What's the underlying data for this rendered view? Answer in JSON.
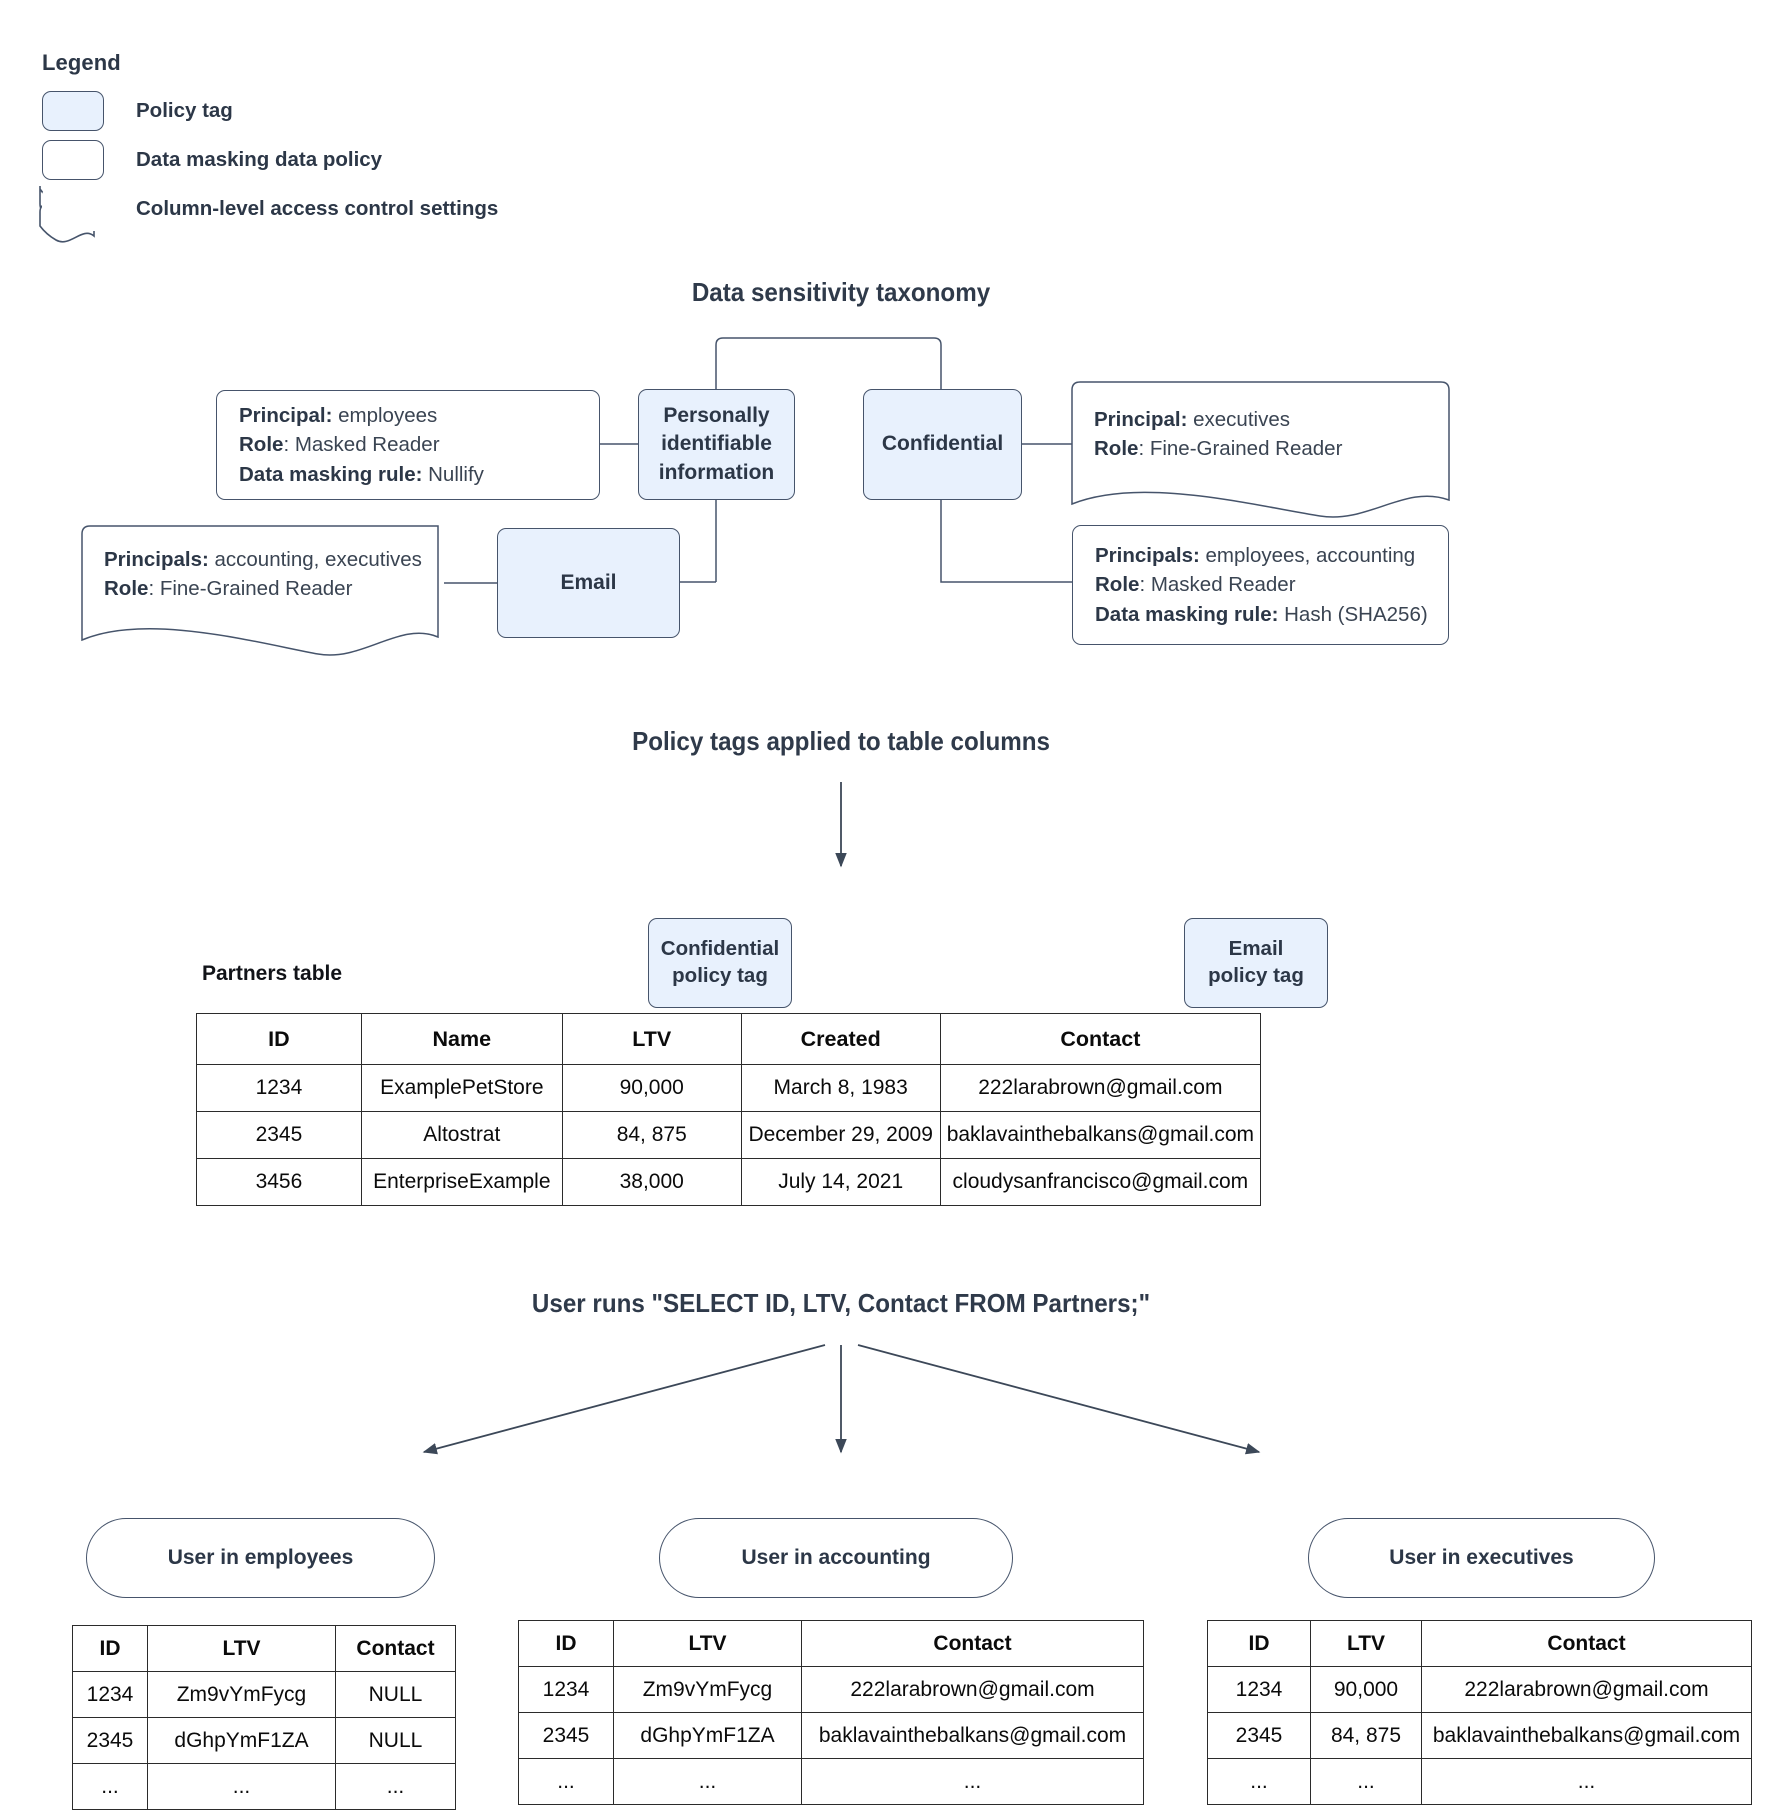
{
  "legend": {
    "title": "Legend",
    "items": [
      {
        "label": "Policy tag",
        "swatch": "filled-rounded-rect"
      },
      {
        "label": "Data masking data policy",
        "swatch": "outline-rounded-rect"
      },
      {
        "label": "Column-level access control settings",
        "swatch": "wavy-bottom-rect"
      }
    ]
  },
  "colors": {
    "policy_tag_fill": "#e8f1fd",
    "stroke": "#46546b",
    "heading_text": "#2f3a4a",
    "table_stroke": "#2b2b2b"
  },
  "taxonomy": {
    "heading": "Data sensitivity taxonomy",
    "tags": [
      {
        "id": "pii",
        "label": "Personally identifiable information"
      },
      {
        "id": "confidential",
        "label": "Confidential"
      },
      {
        "id": "email",
        "label": "Email"
      }
    ],
    "policies": [
      {
        "id": "pii-masking",
        "type": "data-masking",
        "lines": [
          {
            "key": "Principal:",
            "value": " employees"
          },
          {
            "key": "Role",
            "value": ": Masked Reader"
          },
          {
            "key": "Data masking rule:",
            "value": " Nullify"
          }
        ]
      },
      {
        "id": "email-access",
        "type": "column-level-access",
        "lines": [
          {
            "key": "Principals:",
            "value": " accounting, executives"
          },
          {
            "key": "Role",
            "value": ": Fine-Grained Reader"
          }
        ]
      },
      {
        "id": "confidential-access",
        "type": "column-level-access",
        "lines": [
          {
            "key": "Principal:",
            "value": " executives"
          },
          {
            "key": "Role",
            "value": ": Fine-Grained Reader"
          }
        ]
      },
      {
        "id": "confidential-masking",
        "type": "data-masking",
        "lines": [
          {
            "key": "Principals:",
            "value": " employees, accounting"
          },
          {
            "key": "Role",
            "value": ": Masked Reader"
          },
          {
            "key": "Data masking rule:",
            "value": " Hash (SHA256)"
          }
        ]
      }
    ]
  },
  "applied": {
    "heading": "Policy tags applied to table columns",
    "table_label": "Partners table",
    "callouts": [
      {
        "id": "confidential-callout",
        "line1": "Confidential",
        "line2": "policy tag"
      },
      {
        "id": "email-callout",
        "line1": "Email",
        "line2": "policy tag"
      }
    ],
    "partners_table": {
      "columns": [
        "ID",
        "Name",
        "LTV",
        "Created",
        "Contact"
      ],
      "rows": [
        [
          "1234",
          "ExamplePetStore",
          "90,000",
          "March 8, 1983",
          "222larabrown@gmail.com"
        ],
        [
          "2345",
          "Altostrat",
          "84, 875",
          "December 29, 2009",
          "baklavainthebalkans@gmail.com"
        ],
        [
          "3456",
          "EnterpriseExample",
          "38,000",
          "July 14, 2021",
          "cloudysanfrancisco@gmail.com"
        ]
      ]
    }
  },
  "query": {
    "heading": "User runs \"SELECT ID, LTV, Contact FROM Partners;\"",
    "results": [
      {
        "id": "employees",
        "actor": "User in employees",
        "columns": [
          "ID",
          "LTV",
          "Contact"
        ],
        "rows": [
          [
            "1234",
            "Zm9vYmFycg",
            "NULL"
          ],
          [
            "2345",
            "dGhpYmF1ZA",
            "NULL"
          ],
          [
            "...",
            "...",
            "..."
          ]
        ]
      },
      {
        "id": "accounting",
        "actor": "User in accounting",
        "columns": [
          "ID",
          "LTV",
          "Contact"
        ],
        "rows": [
          [
            "1234",
            "Zm9vYmFycg",
            "222larabrown@gmail.com"
          ],
          [
            "2345",
            "dGhpYmF1ZA",
            "baklavainthebalkans@gmail.com"
          ],
          [
            "...",
            "...",
            "..."
          ]
        ]
      },
      {
        "id": "executives",
        "actor": "User in executives",
        "columns": [
          "ID",
          "LTV",
          "Contact"
        ],
        "rows": [
          [
            "1234",
            "90,000",
            "222larabrown@gmail.com"
          ],
          [
            "2345",
            "84, 875",
            "baklavainthebalkans@gmail.com"
          ],
          [
            "...",
            "...",
            "..."
          ]
        ]
      }
    ]
  }
}
